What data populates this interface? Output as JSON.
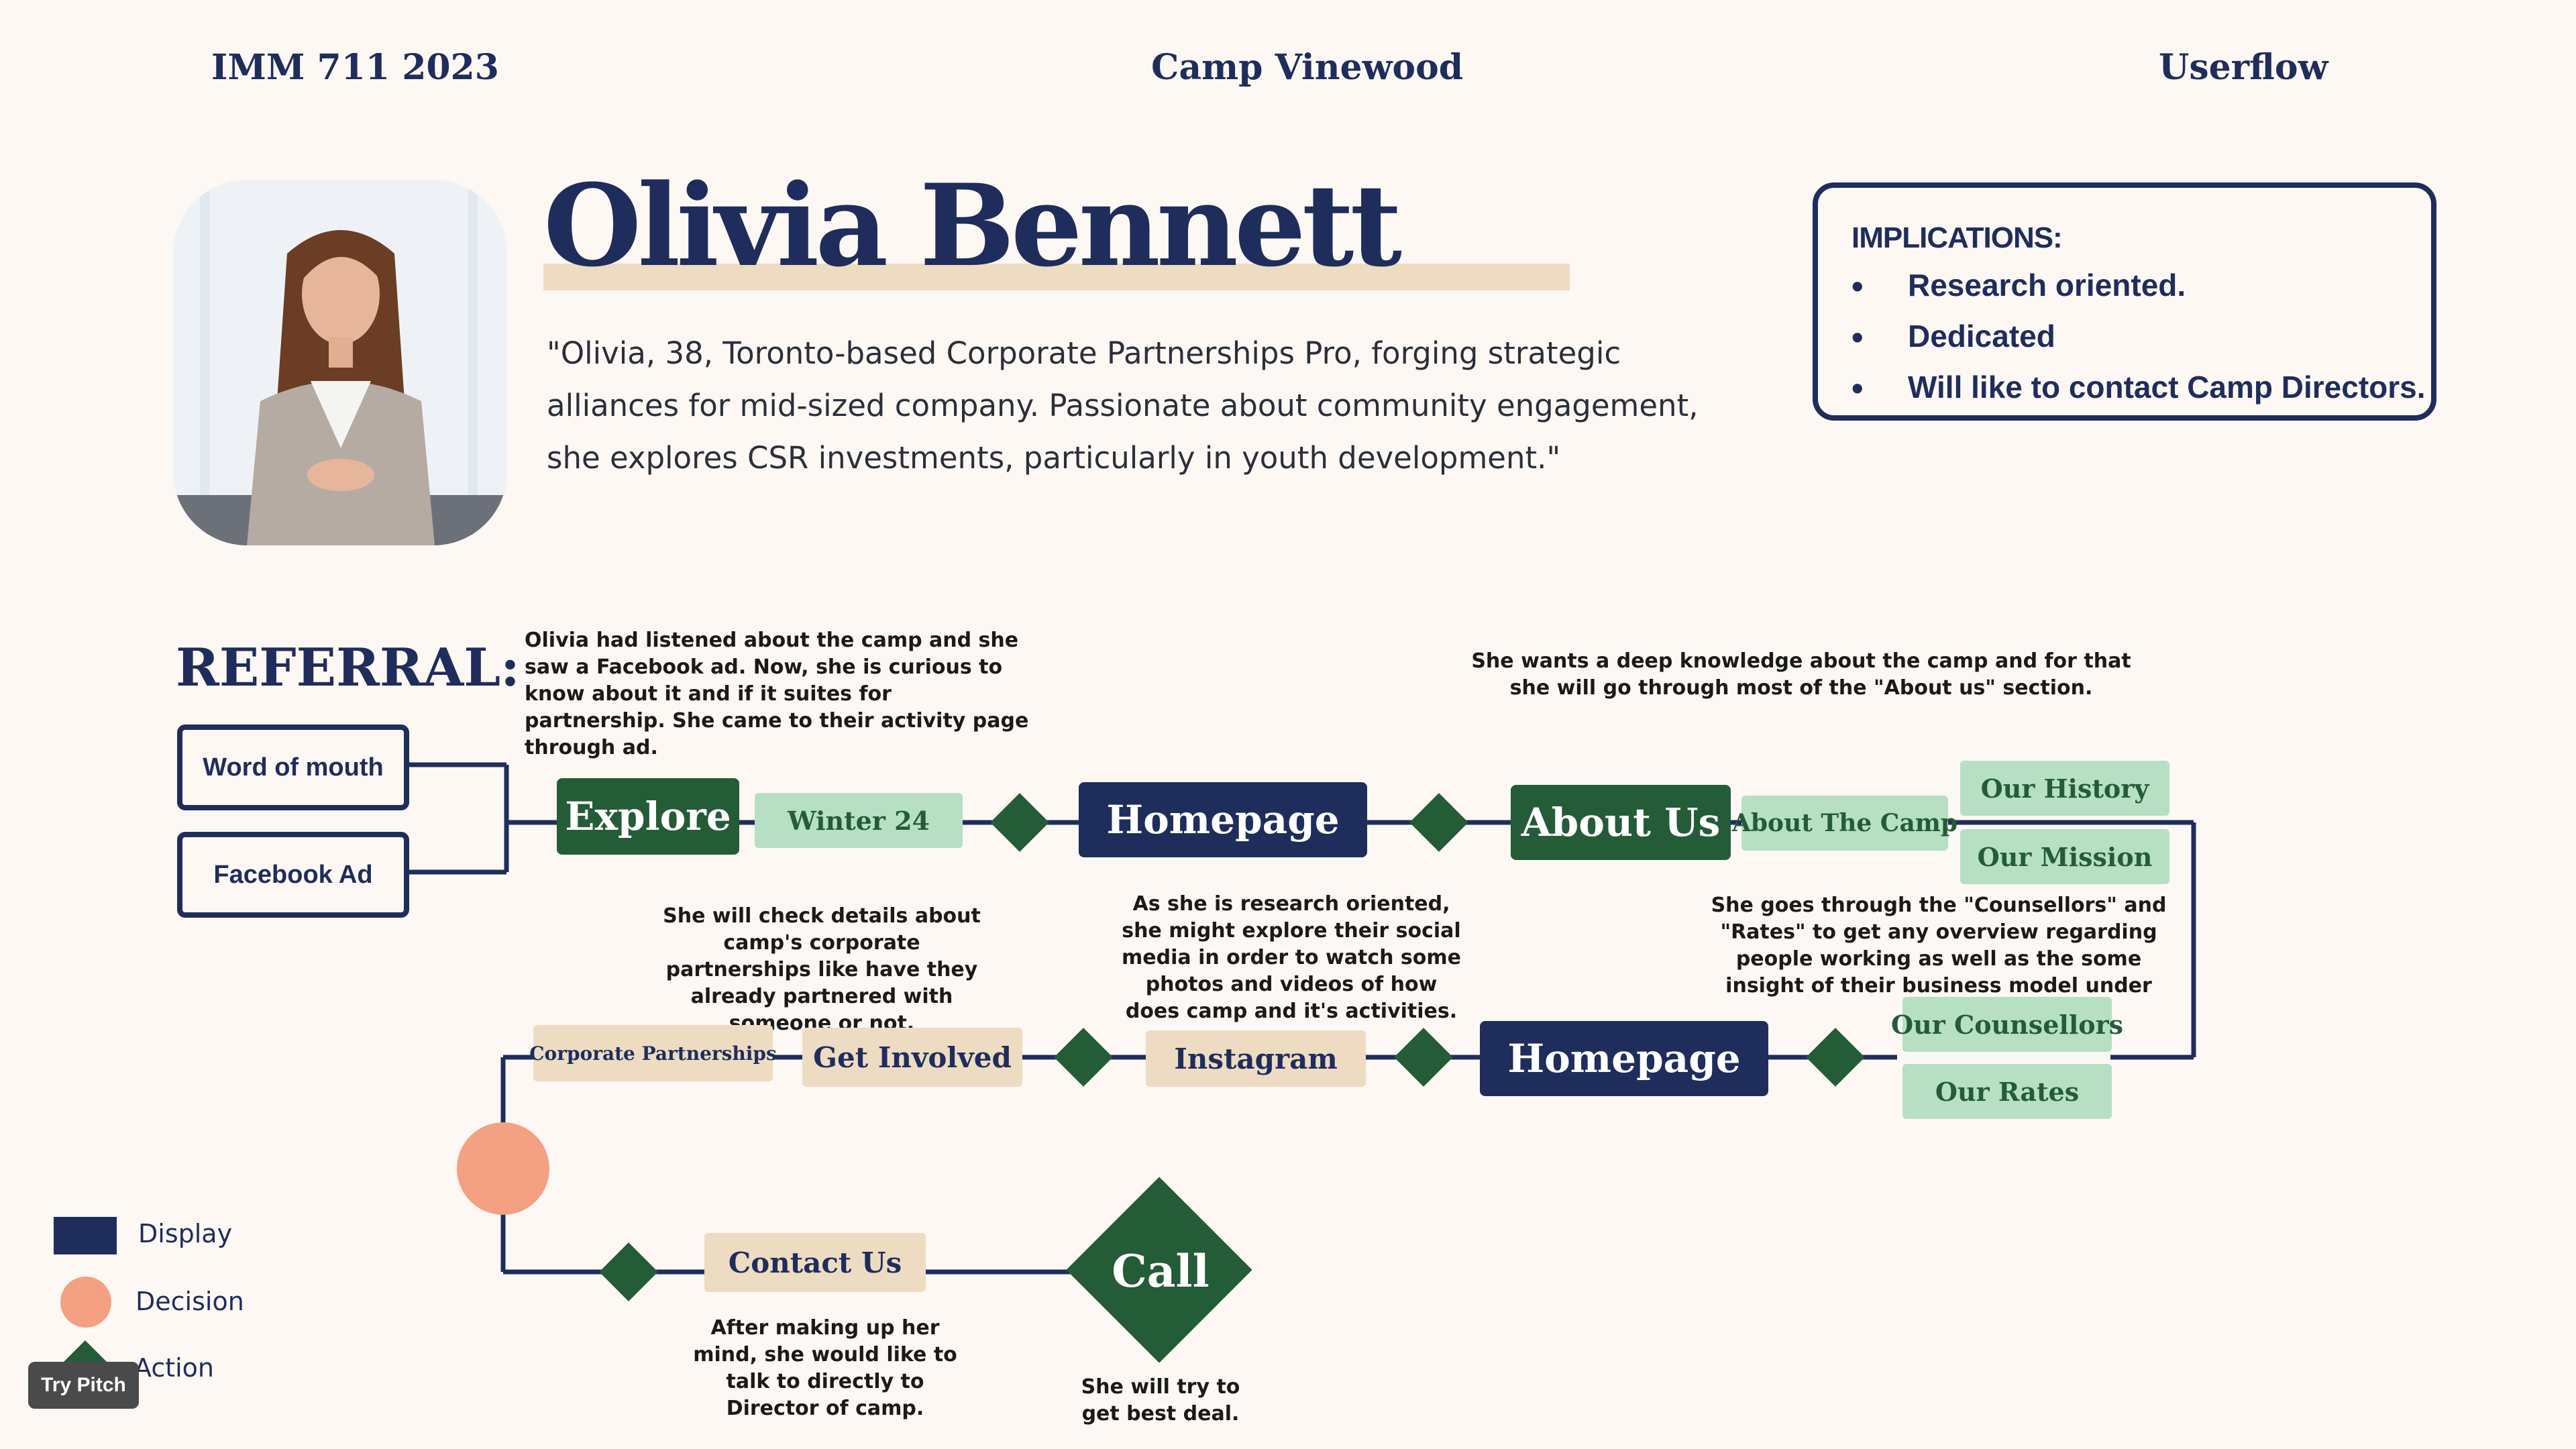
{
  "header": {
    "course": "IMM 711 2023",
    "project": "Camp Vinewood",
    "doc_type": "Userflow"
  },
  "persona": {
    "name": "Olivia Bennett",
    "quote": "\"Olivia, 38, Toronto-based Corporate Partnerships Pro, forging strategic alliances for mid-sized company. Passionate about community engagement, she explores CSR investments, particularly in youth development.\""
  },
  "implications": {
    "title": "IMPLICATIONS:",
    "items": [
      "Research oriented.",
      "Dedicated",
      "Will like to contact Camp Directors."
    ]
  },
  "referral": {
    "title": "REFERRAL:",
    "sources": [
      "Word of mouth",
      "Facebook Ad"
    ]
  },
  "flow": {
    "explore": "Explore",
    "winter24": "Winter 24",
    "homepage1": "Homepage",
    "about_us": "About Us",
    "about_the_camp": "About The Camp",
    "our_history": "Our History",
    "our_mission": "Our Mission",
    "our_counsellors": "Our Counsellors",
    "our_rates": "Our Rates",
    "homepage2": "Homepage",
    "instagram": "Instagram",
    "get_involved": "Get Involved",
    "corporate_partnerships": "Corporate Partnerships",
    "contact_us": "Contact Us",
    "call": "Call"
  },
  "notes": {
    "referral": "Olivia had listened about the camp and she saw a Facebook ad. Now, she is curious to know about it and if it suites for partnership. She came to their activity page through ad.",
    "about": "She wants a deep knowledge about the camp and for that she will go through most of the \"About us\" section.",
    "counsellors": "She goes through the \"Counsellors\" and \"Rates\" to get any overview regarding people working as well as the some insight of their business model under rates.",
    "instagram": "As she is research oriented, she might explore their social media in order to watch some photos and videos of how does camp and it's activities.",
    "corporate": "She will check details about camp's corporate partnerships like have they already partnered with someone or not.",
    "contact": "After making up her mind, she would like to talk to directly to Director of camp.",
    "call": "She will try to get best deal."
  },
  "legend": {
    "display": "Display",
    "decision": "Decision",
    "action": "Action"
  },
  "badge": {
    "label": "Try Pitch"
  },
  "colors": {
    "navy": "#1f2d5c",
    "dark_green": "#245c38",
    "light_green": "#b6dfc4",
    "beige": "#eddcc2",
    "salmon": "#f4a083",
    "background": "#fdf8f4"
  }
}
